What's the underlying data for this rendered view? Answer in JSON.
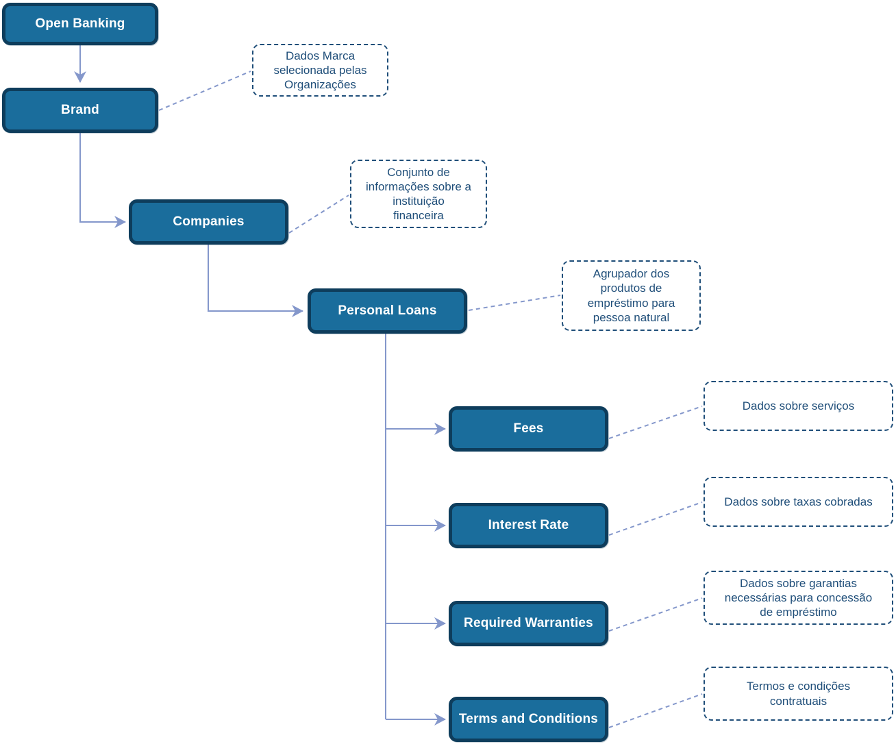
{
  "nodes": {
    "open_banking": {
      "label": "Open Banking"
    },
    "brand": {
      "label": "Brand"
    },
    "companies": {
      "label": "Companies"
    },
    "personal_loans": {
      "label": "Personal Loans"
    },
    "fees": {
      "label": "Fees"
    },
    "interest_rate": {
      "label": "Interest Rate"
    },
    "required_warranties": {
      "label": "Required Warranties"
    },
    "terms_and_conditions": {
      "label": "Terms and Conditions"
    }
  },
  "annotations": {
    "brand": {
      "text": "Dados Marca\nselecionada pelas\nOrganizações"
    },
    "companies": {
      "text": "Conjunto de\ninformações sobre a\ninstituição\nfinanceira"
    },
    "personal_loans": {
      "text": "Agrupador dos\nprodutos de\nempréstimo para\npessoa natural"
    },
    "fees": {
      "text": "Dados sobre serviços"
    },
    "interest_rate": {
      "text": "Dados sobre taxas cobradas"
    },
    "required_warranties": {
      "text": "Dados sobre garantias\nnecessárias para concessão\nde empréstimo"
    },
    "terms_and_conditions": {
      "text": "Termos e condições\ncontratuais"
    }
  },
  "colors": {
    "node_fill": "#1A6D9C",
    "node_border": "#0E3D5C",
    "node_text": "#FFFFFF",
    "annotation_border": "#1F4E79",
    "annotation_text": "#1F4E79",
    "connector_line": "#8497CB"
  }
}
